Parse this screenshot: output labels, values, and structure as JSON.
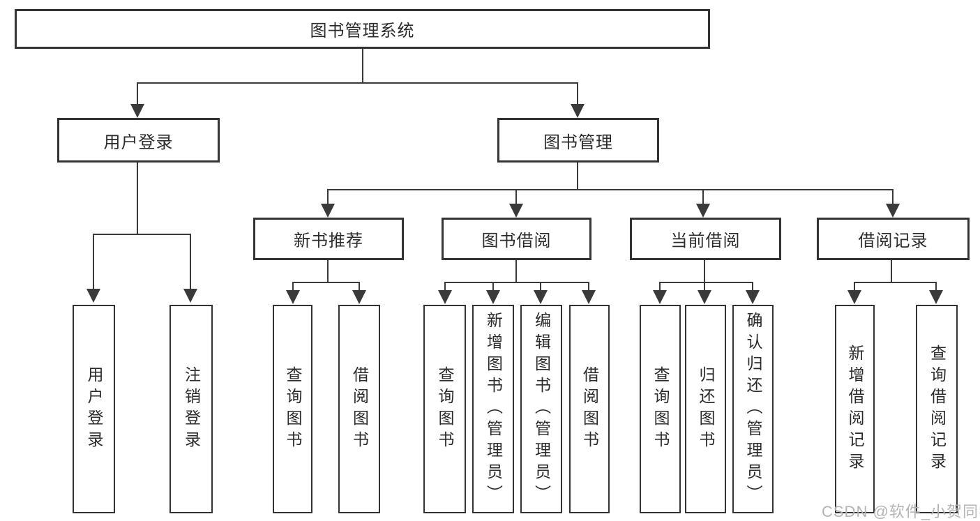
{
  "diagram": {
    "title_node": {
      "label": "图书管理系统"
    },
    "level2": [
      {
        "label": "用户登录"
      },
      {
        "label": "图书管理"
      }
    ],
    "level3": [
      {
        "label": "新书推荐"
      },
      {
        "label": "图书借阅"
      },
      {
        "label": "当前借阅"
      },
      {
        "label": "借阅记录"
      }
    ],
    "leaves": [
      {
        "label": "用户登录",
        "parent": "用户登录"
      },
      {
        "label": "注销登录",
        "parent": "用户登录"
      },
      {
        "label": "查询图书",
        "parent": "新书推荐"
      },
      {
        "label": "借阅图书",
        "parent": "新书推荐"
      },
      {
        "label": "查询图书",
        "parent": "图书借阅"
      },
      {
        "label": "新增图书（管理员）",
        "parent": "图书借阅"
      },
      {
        "label": "编辑图书（管理员）",
        "parent": "图书借阅"
      },
      {
        "label": "借阅图书",
        "parent": "图书借阅"
      },
      {
        "label": "查询图书",
        "parent": "当前借阅"
      },
      {
        "label": "归还图书",
        "parent": "当前借阅"
      },
      {
        "label": "确认归还（管理员）",
        "parent": "当前借阅"
      },
      {
        "label": "新增借阅记录",
        "parent": "借阅记录"
      },
      {
        "label": "查询借阅记录",
        "parent": "借阅记录"
      }
    ]
  },
  "watermark": {
    "text": "CSDN @软件_小贺同学"
  },
  "colors": {
    "line": "#3a3a3a",
    "box_border": "#333333",
    "text": "#2b2b2b",
    "watermark": "#b4b4b4",
    "background": "#ffffff"
  }
}
